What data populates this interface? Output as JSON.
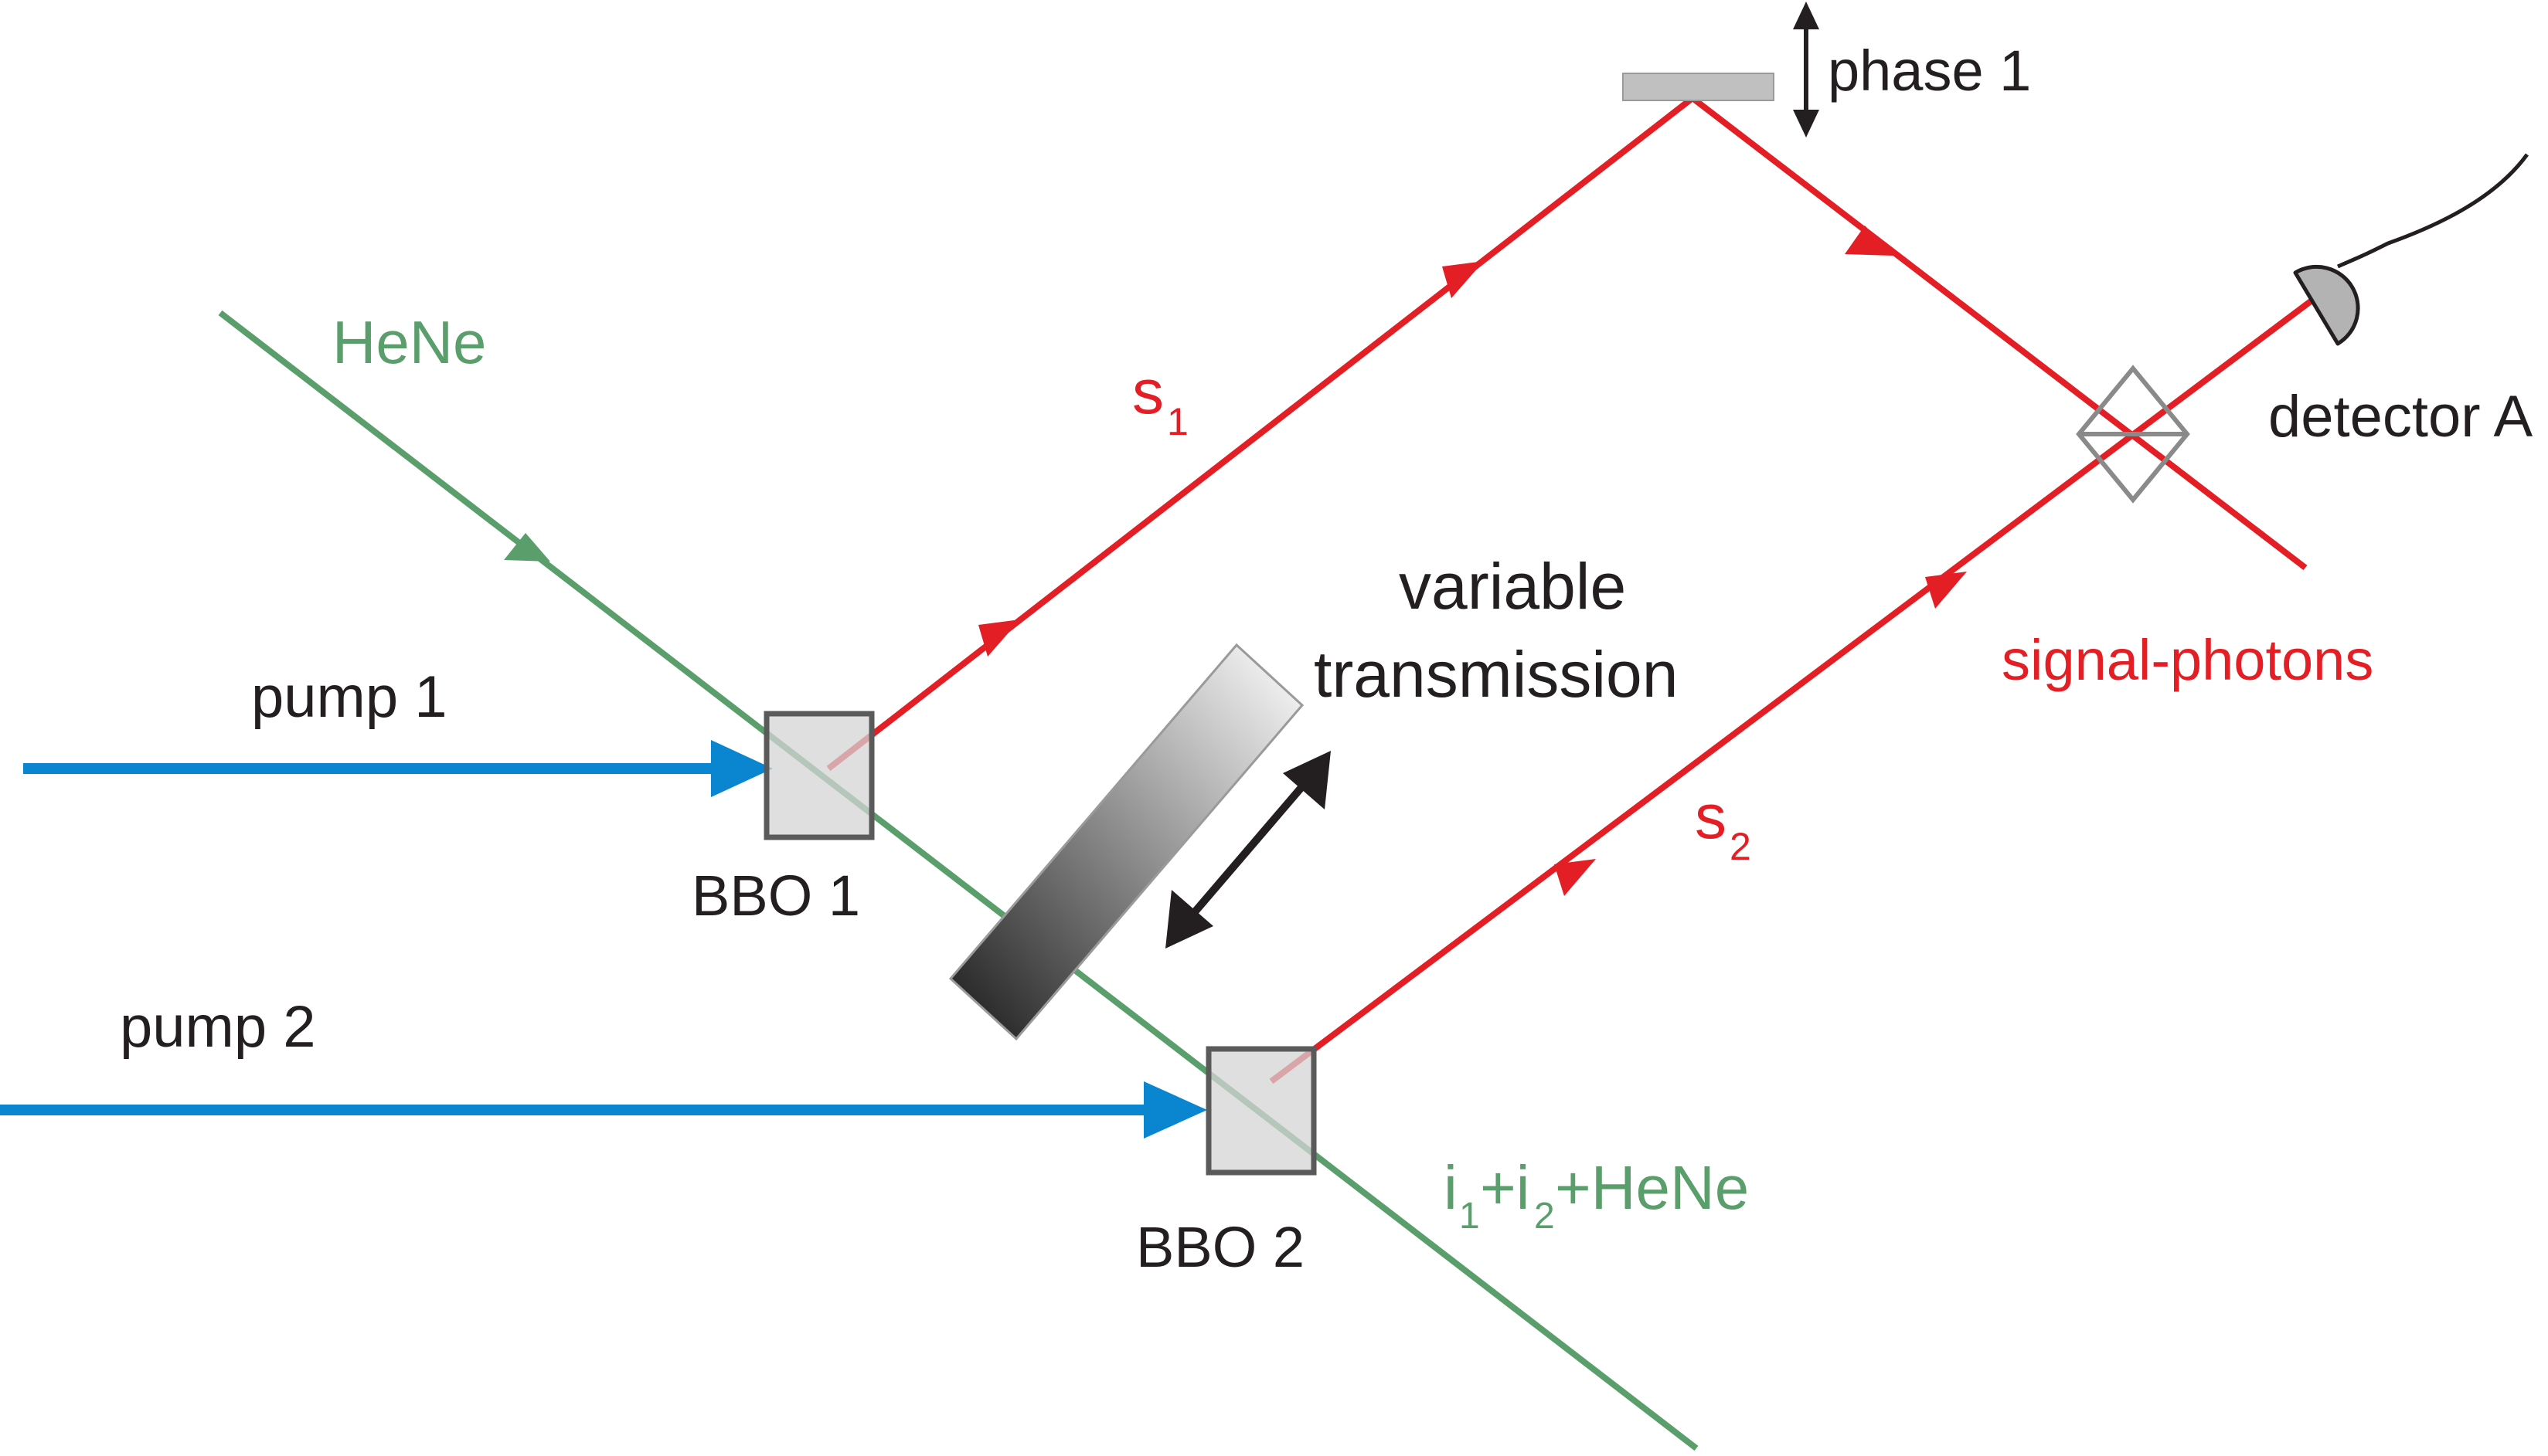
{
  "labels": {
    "hene": "HeNe",
    "pump1": "pump 1",
    "pump2": "pump 2",
    "bbo1": "BBO 1",
    "bbo2": "BBO 2",
    "variable": "variable",
    "transmission": "transmission",
    "phase1": "phase 1",
    "detector": "detector A",
    "signal_photons": "signal-photons",
    "s1_main": "s",
    "s1_sub": "1",
    "s2_main": "s",
    "s2_sub": "2",
    "idler_i1": "i",
    "idler_sub1": "1",
    "idler_plus1": "+i",
    "idler_sub2": "2",
    "idler_rest": " +HeNe"
  },
  "colors": {
    "signal": "#e31e24",
    "pump": "#0a86d0",
    "hene": "#5a9e6c",
    "label": "#231f20",
    "crystal_fill": "#d4d4d4",
    "crystal_stroke": "#5a5a5a",
    "mirror": "#c0c0c0",
    "beamsplitter": "#8a8a8a",
    "filter_dark": "#1a1a1a",
    "filter_light": "#ffffff"
  },
  "icons": [
    "double-arrow-icon",
    "detector-icon",
    "mirror-icon",
    "beamsplitter-icon",
    "crystal-icon",
    "filter-icon"
  ]
}
